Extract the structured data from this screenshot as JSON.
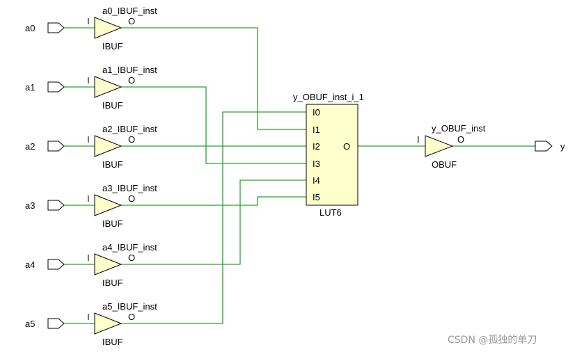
{
  "schematic": {
    "colors": {
      "wire": "#2ca02c",
      "cell_fill": "#ffffcc",
      "outline": "#000000",
      "background": "#ffffff"
    },
    "inputs": [
      {
        "port": "a0",
        "inst": "a0_IBUF_inst",
        "pin_in": "I",
        "pin_out": "O",
        "cell": "IBUF"
      },
      {
        "port": "a1",
        "inst": "a1_IBUF_inst",
        "pin_in": "I",
        "pin_out": "O",
        "cell": "IBUF"
      },
      {
        "port": "a2",
        "inst": "a2_IBUF_inst",
        "pin_in": "I",
        "pin_out": "O",
        "cell": "IBUF"
      },
      {
        "port": "a3",
        "inst": "a3_IBUF_inst",
        "pin_in": "I",
        "pin_out": "O",
        "cell": "IBUF"
      },
      {
        "port": "a4",
        "inst": "a4_IBUF_inst",
        "pin_in": "I",
        "pin_out": "O",
        "cell": "IBUF"
      },
      {
        "port": "a5",
        "inst": "a5_IBUF_inst",
        "pin_in": "I",
        "pin_out": "O",
        "cell": "IBUF"
      }
    ],
    "lut": {
      "inst": "y_OBUF_inst_i_1",
      "cell": "LUT6",
      "pins": [
        "I0",
        "I1",
        "I2",
        "I3",
        "I4",
        "I5"
      ],
      "out_pin": "O"
    },
    "obuf": {
      "inst": "y_OBUF_inst",
      "pin_in": "I",
      "pin_out": "O",
      "cell": "OBUF"
    },
    "output_port": "y"
  },
  "watermark": "CSDN @孤独的单刀"
}
